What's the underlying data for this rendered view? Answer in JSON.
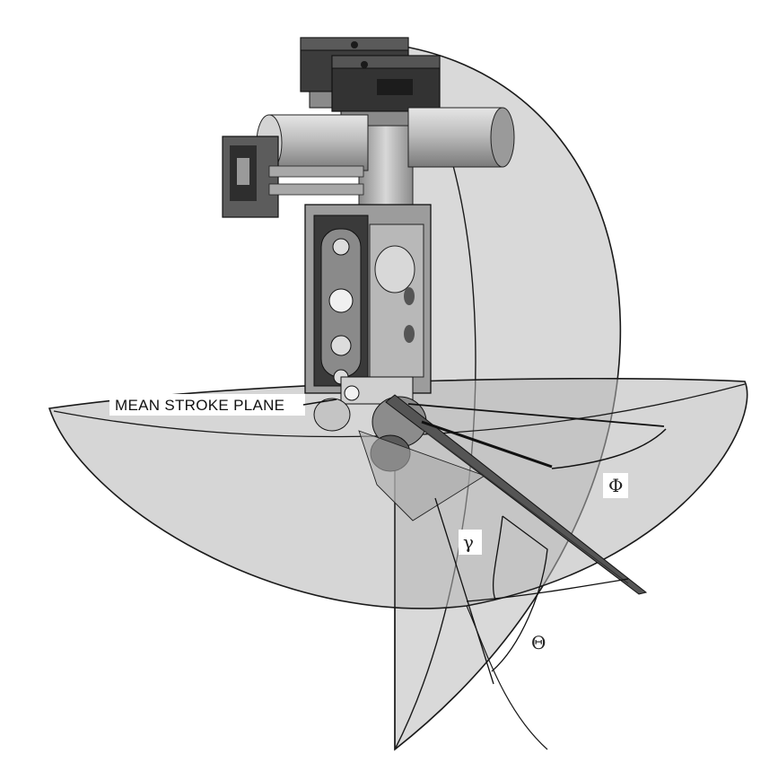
{
  "labels": {
    "mean_stroke_plane": "MEAN STROKE PLANE",
    "phi": "Φ",
    "gamma": "γ",
    "theta": "Θ"
  },
  "colors": {
    "shell_fill": "#b4b4b4",
    "shell_stroke": "#1a1a1a",
    "hardware_dark": "#3a3a3a",
    "hardware_mid": "#8c8c8c",
    "hardware_light": "#c8c8c8"
  }
}
